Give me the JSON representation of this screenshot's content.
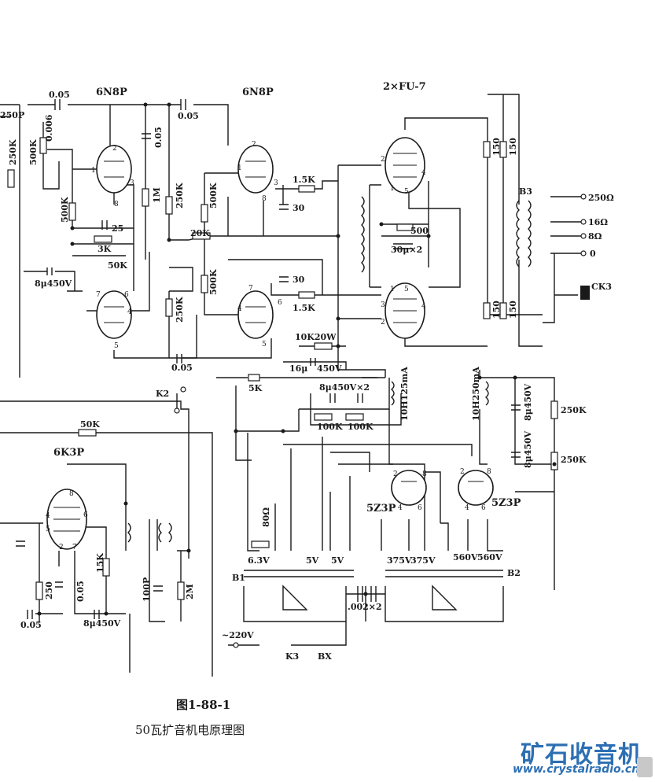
{
  "figure": {
    "number": "图1-88-1",
    "title": "50瓦扩音机电原理图"
  },
  "watermark": {
    "logo": "矿石收音机",
    "url": "www.crystalradio.cn"
  },
  "tubes": {
    "v1": "6N8P",
    "v2": "6N8P",
    "v3": "2×FU-7",
    "v4": "6K3P",
    "v5": "5Z3P",
    "v6": "5Z3P"
  },
  "labels": {
    "c005_a": "0.05",
    "r250p": "250P",
    "c0006": "0.006",
    "r250k_a": "250K",
    "r500k_a": "500K",
    "r500k_b": "500K",
    "c25": "25",
    "r3k": "3K",
    "r50k_a": "50K",
    "c8u450": "8μ450V",
    "c005_b": "0.05",
    "r1m": "1M",
    "r250k_b": "250K",
    "c005_c": "0.05",
    "r500k_c": "500K",
    "r15k_a": "1.5K",
    "c30_a": "30",
    "r20k": "20K",
    "r500k_d": "500K",
    "c30_b": "30",
    "r15k_b": "1.5K",
    "r250k_c": "250K",
    "c005_d": "0.05",
    "r10k20w": "10K20W",
    "c16u": "16μ",
    "c450v": "450V",
    "r5k": "5K",
    "k2": "K2",
    "r500": "500",
    "c30ux2": "30μ×2",
    "r150_a": "150",
    "r150_b": "150",
    "t_b3": "B3",
    "o250": "250Ω",
    "o16": "16Ω",
    "o8": "8Ω",
    "o0": "0",
    "ck3": "CK3",
    "r150_c": "150",
    "r150_d": "150",
    "c8u450x2": "8μ450V×2",
    "r100k_a": "100K",
    "r100k_b": "100K",
    "l10h125": "10H125mA",
    "l10h250": "10H250mA",
    "c8u450_b": "8μ450V",
    "c8u450_c": "8μ450V",
    "r250k_d": "250K",
    "r250k_e": "250K",
    "r50k_b": "50K",
    "r80": "80Ω",
    "v63": "6.3V",
    "v5a": "5V",
    "v5b": "5V",
    "v375a": "375V",
    "v375b": "375V",
    "v560a": "560V",
    "v560b": "560V",
    "t_b1": "B1",
    "t_b2": "B2",
    "c002x2": ".002×2",
    "ac220": "~220V",
    "k3": "K3",
    "bx": "BX",
    "r250_s": "250",
    "c005_e": "0.05",
    "r15k_c": "15K",
    "c100p": "100P",
    "r2m": "2M",
    "c005_f": "0.05",
    "c8u450_d": "8μ450V"
  }
}
